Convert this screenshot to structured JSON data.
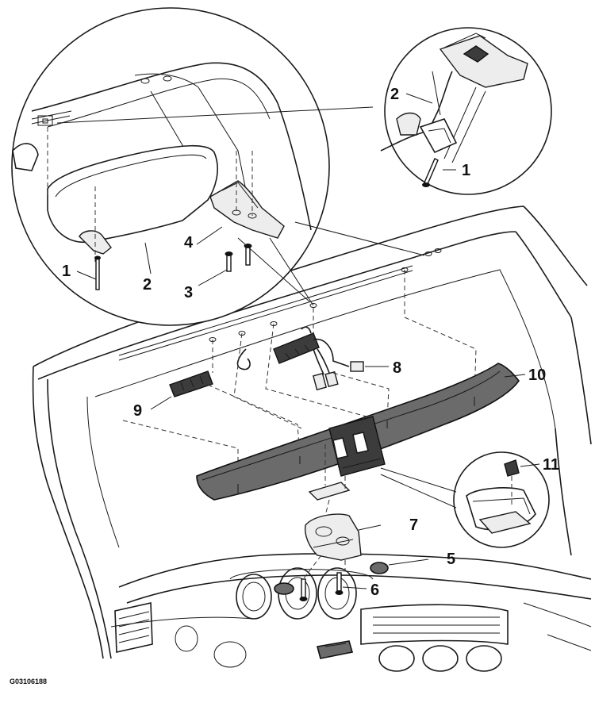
{
  "figure_id": "G03106188",
  "callouts": {
    "c1_left": "1",
    "c2_left": "2",
    "c3": "3",
    "c4": "4",
    "c2_right": "2",
    "c1_right": "1",
    "c8": "8",
    "c9": "9",
    "c10": "10",
    "c11": "11",
    "c7": "7",
    "c5": "5",
    "c6": "6"
  }
}
